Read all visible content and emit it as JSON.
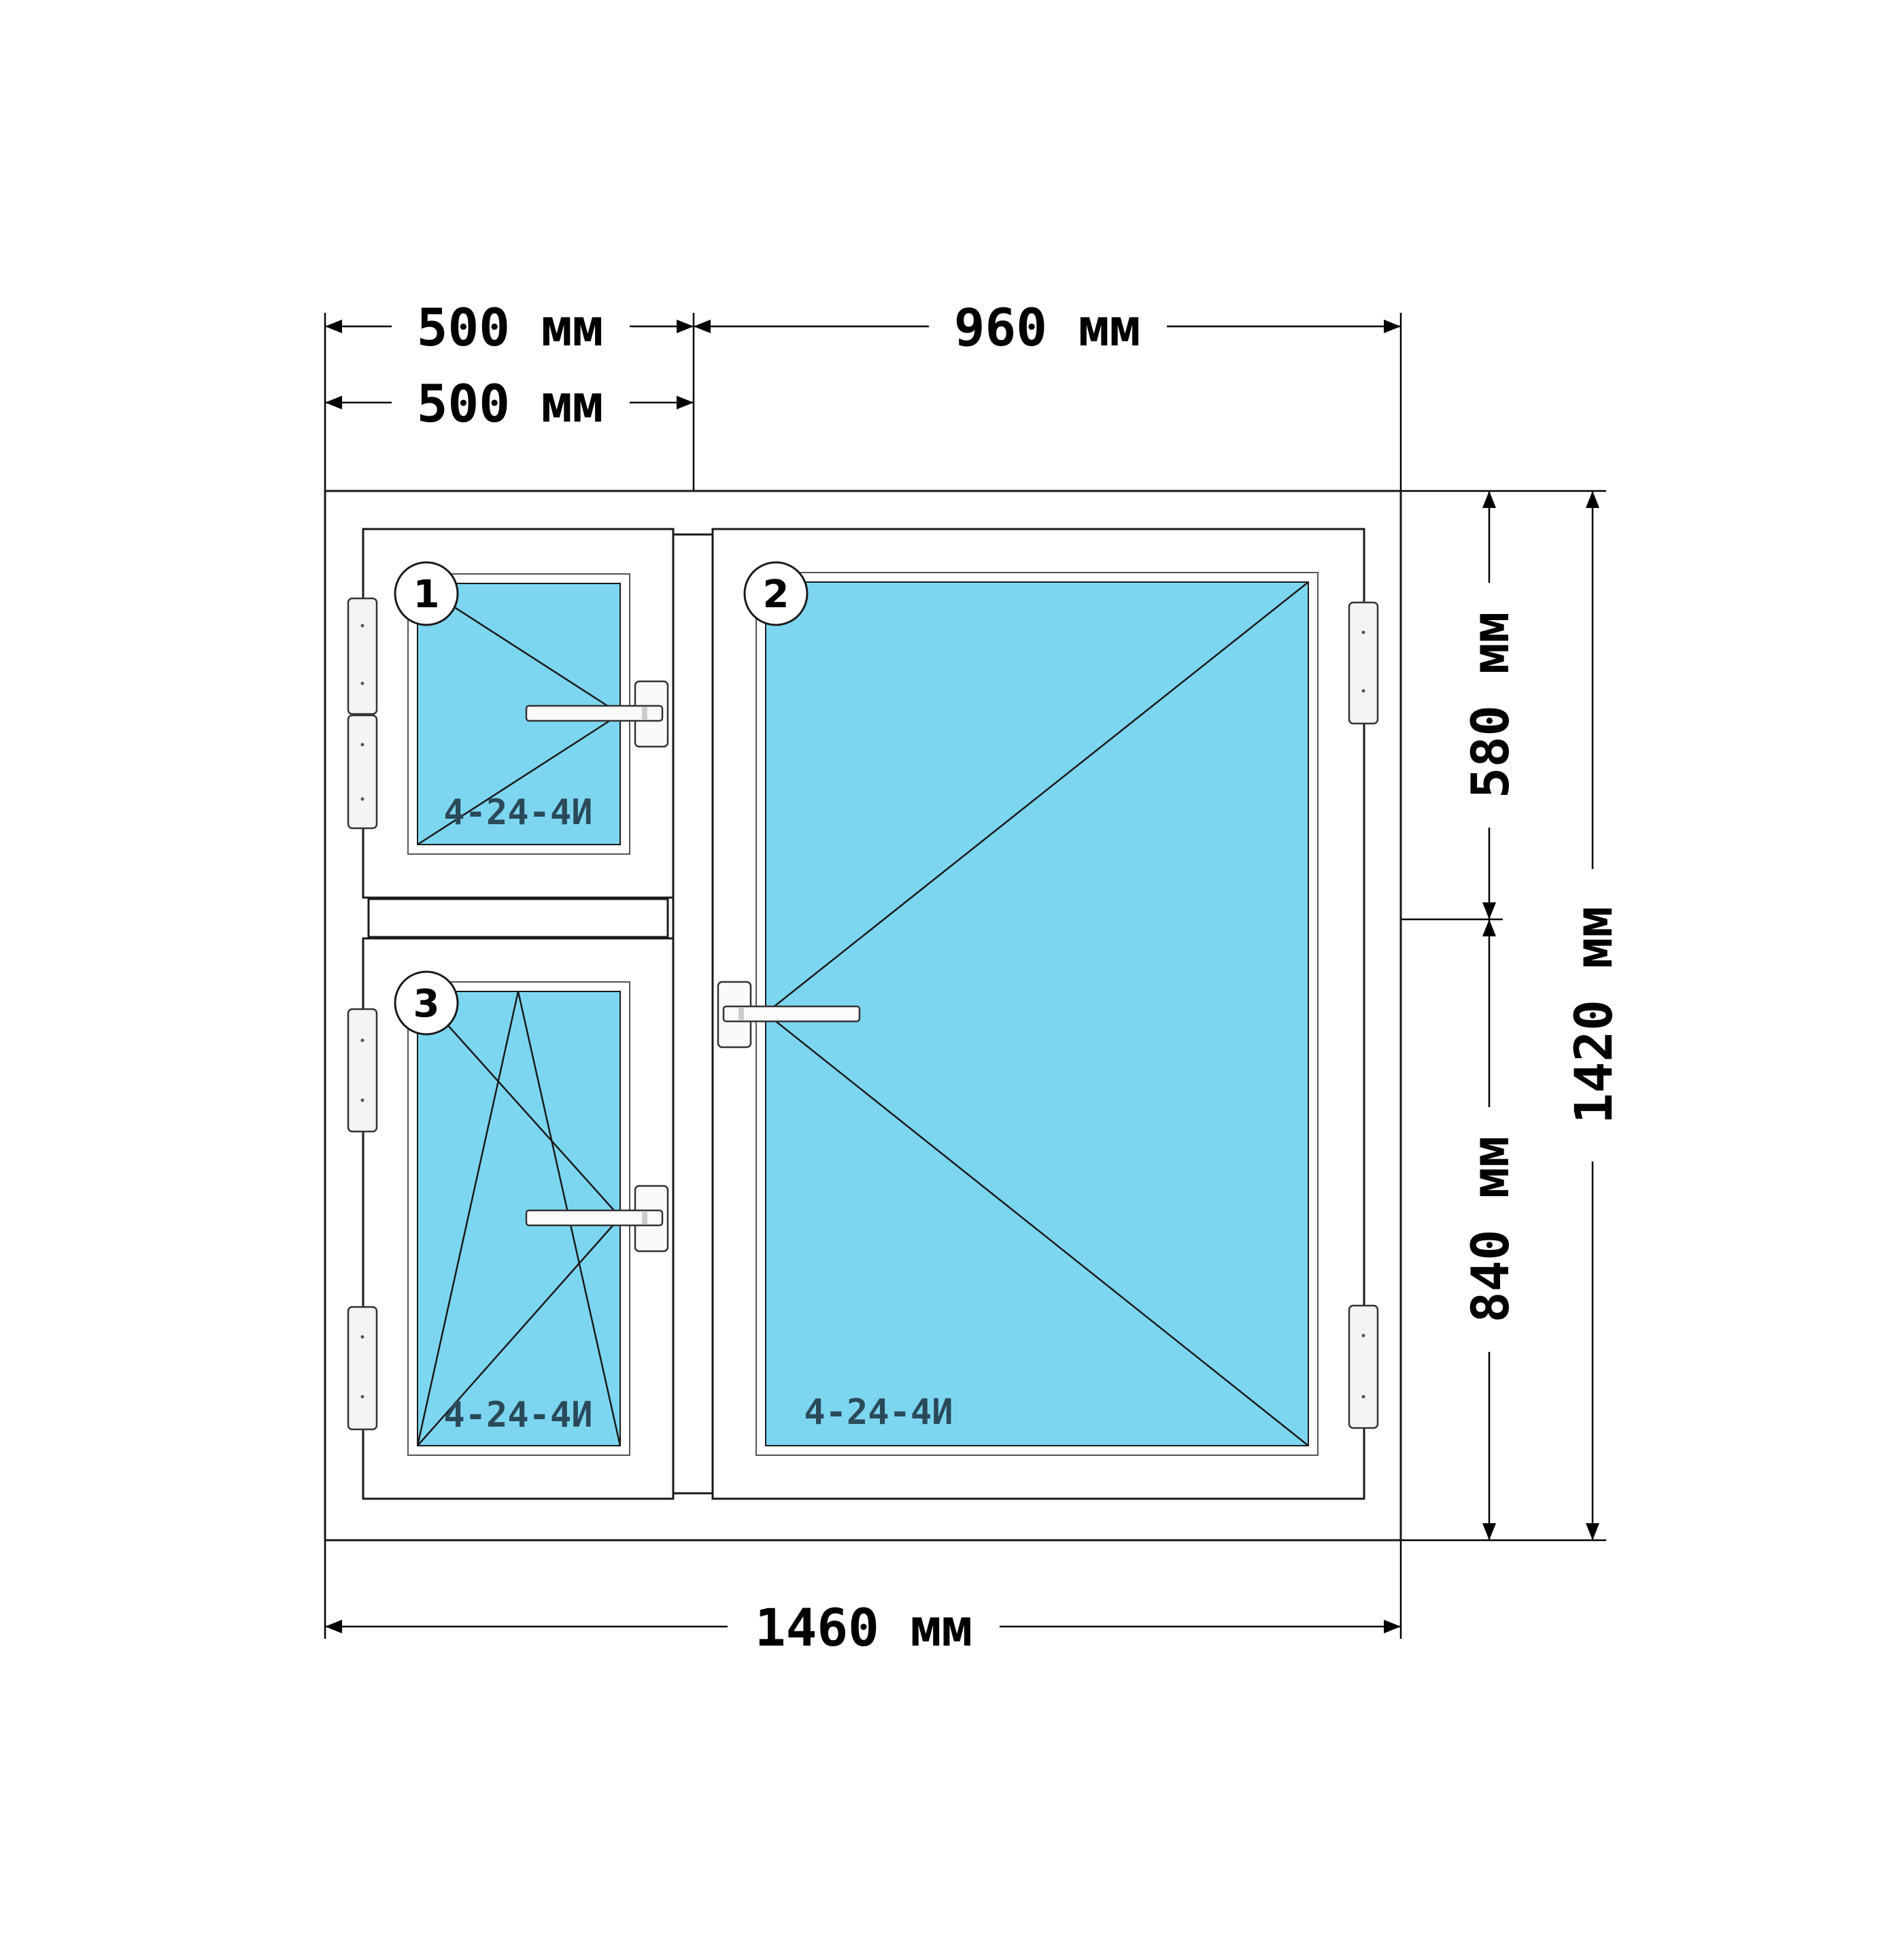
{
  "dimensions": {
    "top_left_1": "500 мм",
    "top_left_2": "500 мм",
    "top_right": "960 мм",
    "bottom_total": "1460 мм",
    "right_upper": "580 мм",
    "right_lower": "840 мм",
    "right_total": "1420 мм"
  },
  "sashes": [
    {
      "number": "1",
      "glass": "4-24-4И"
    },
    {
      "number": "2",
      "glass": "4-24-4И"
    },
    {
      "number": "3",
      "glass": "4-24-4И"
    }
  ],
  "colors": {
    "glass": "#7dd6f0",
    "frame": "#ffffff",
    "line": "#1a1a1a"
  }
}
